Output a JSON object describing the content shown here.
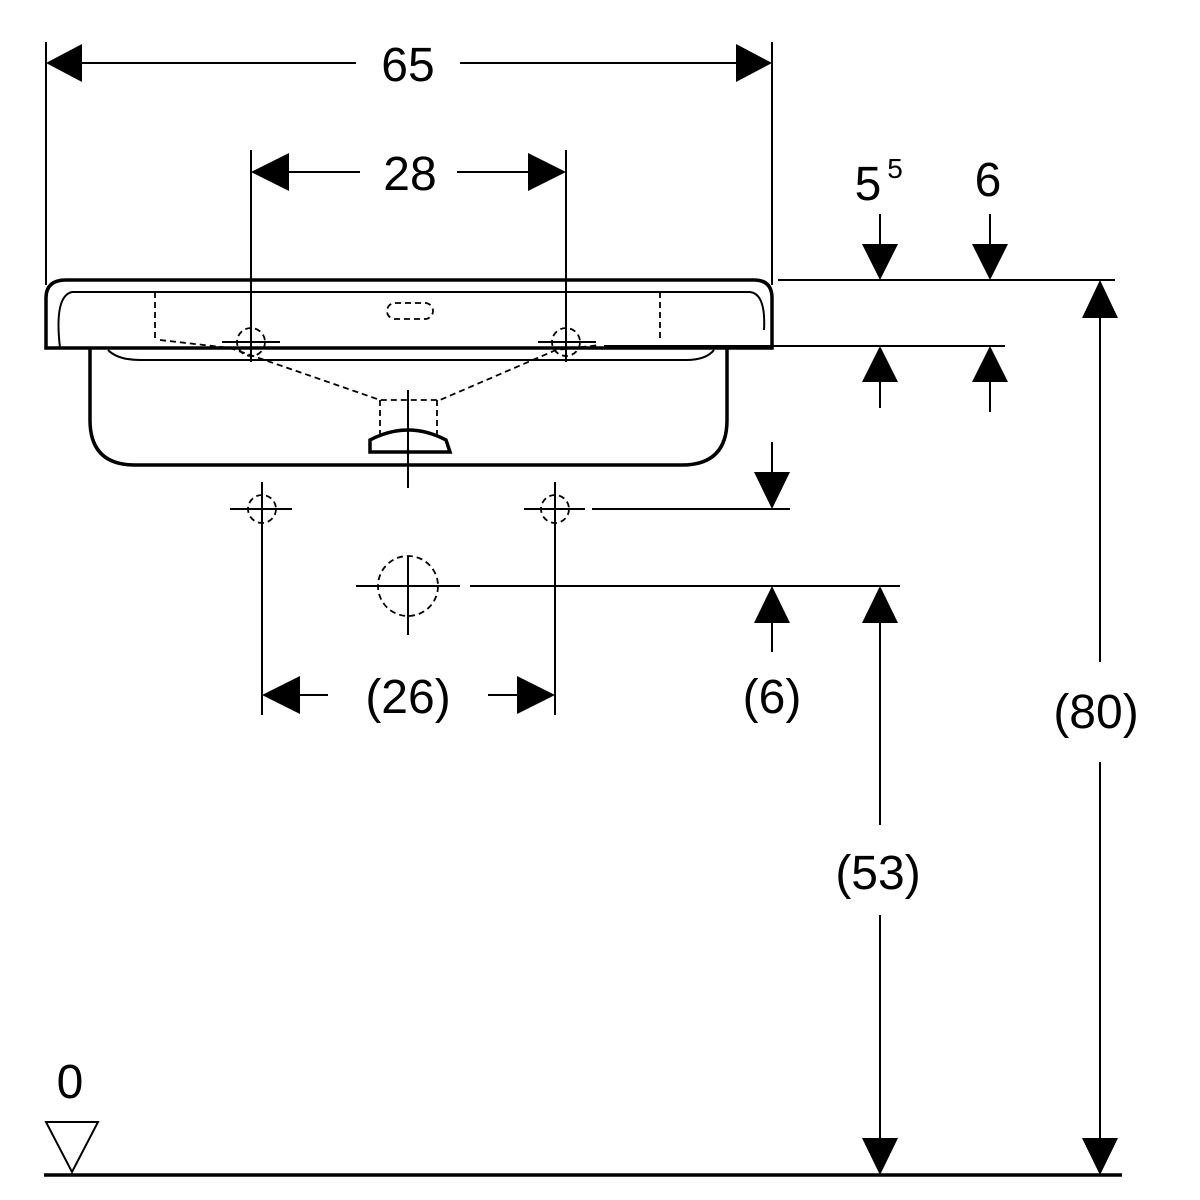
{
  "dimensions": {
    "total_width": "65",
    "tap_hole_spacing": "28",
    "rim_thickness_main": "5",
    "rim_thickness_sup": "5",
    "rim_thickness_alt": "6",
    "supply_spacing": "(26)",
    "supply_offset": "(6)",
    "drain_height": "(53)",
    "total_height": "(80)"
  },
  "floor": {
    "level_label": "0"
  }
}
